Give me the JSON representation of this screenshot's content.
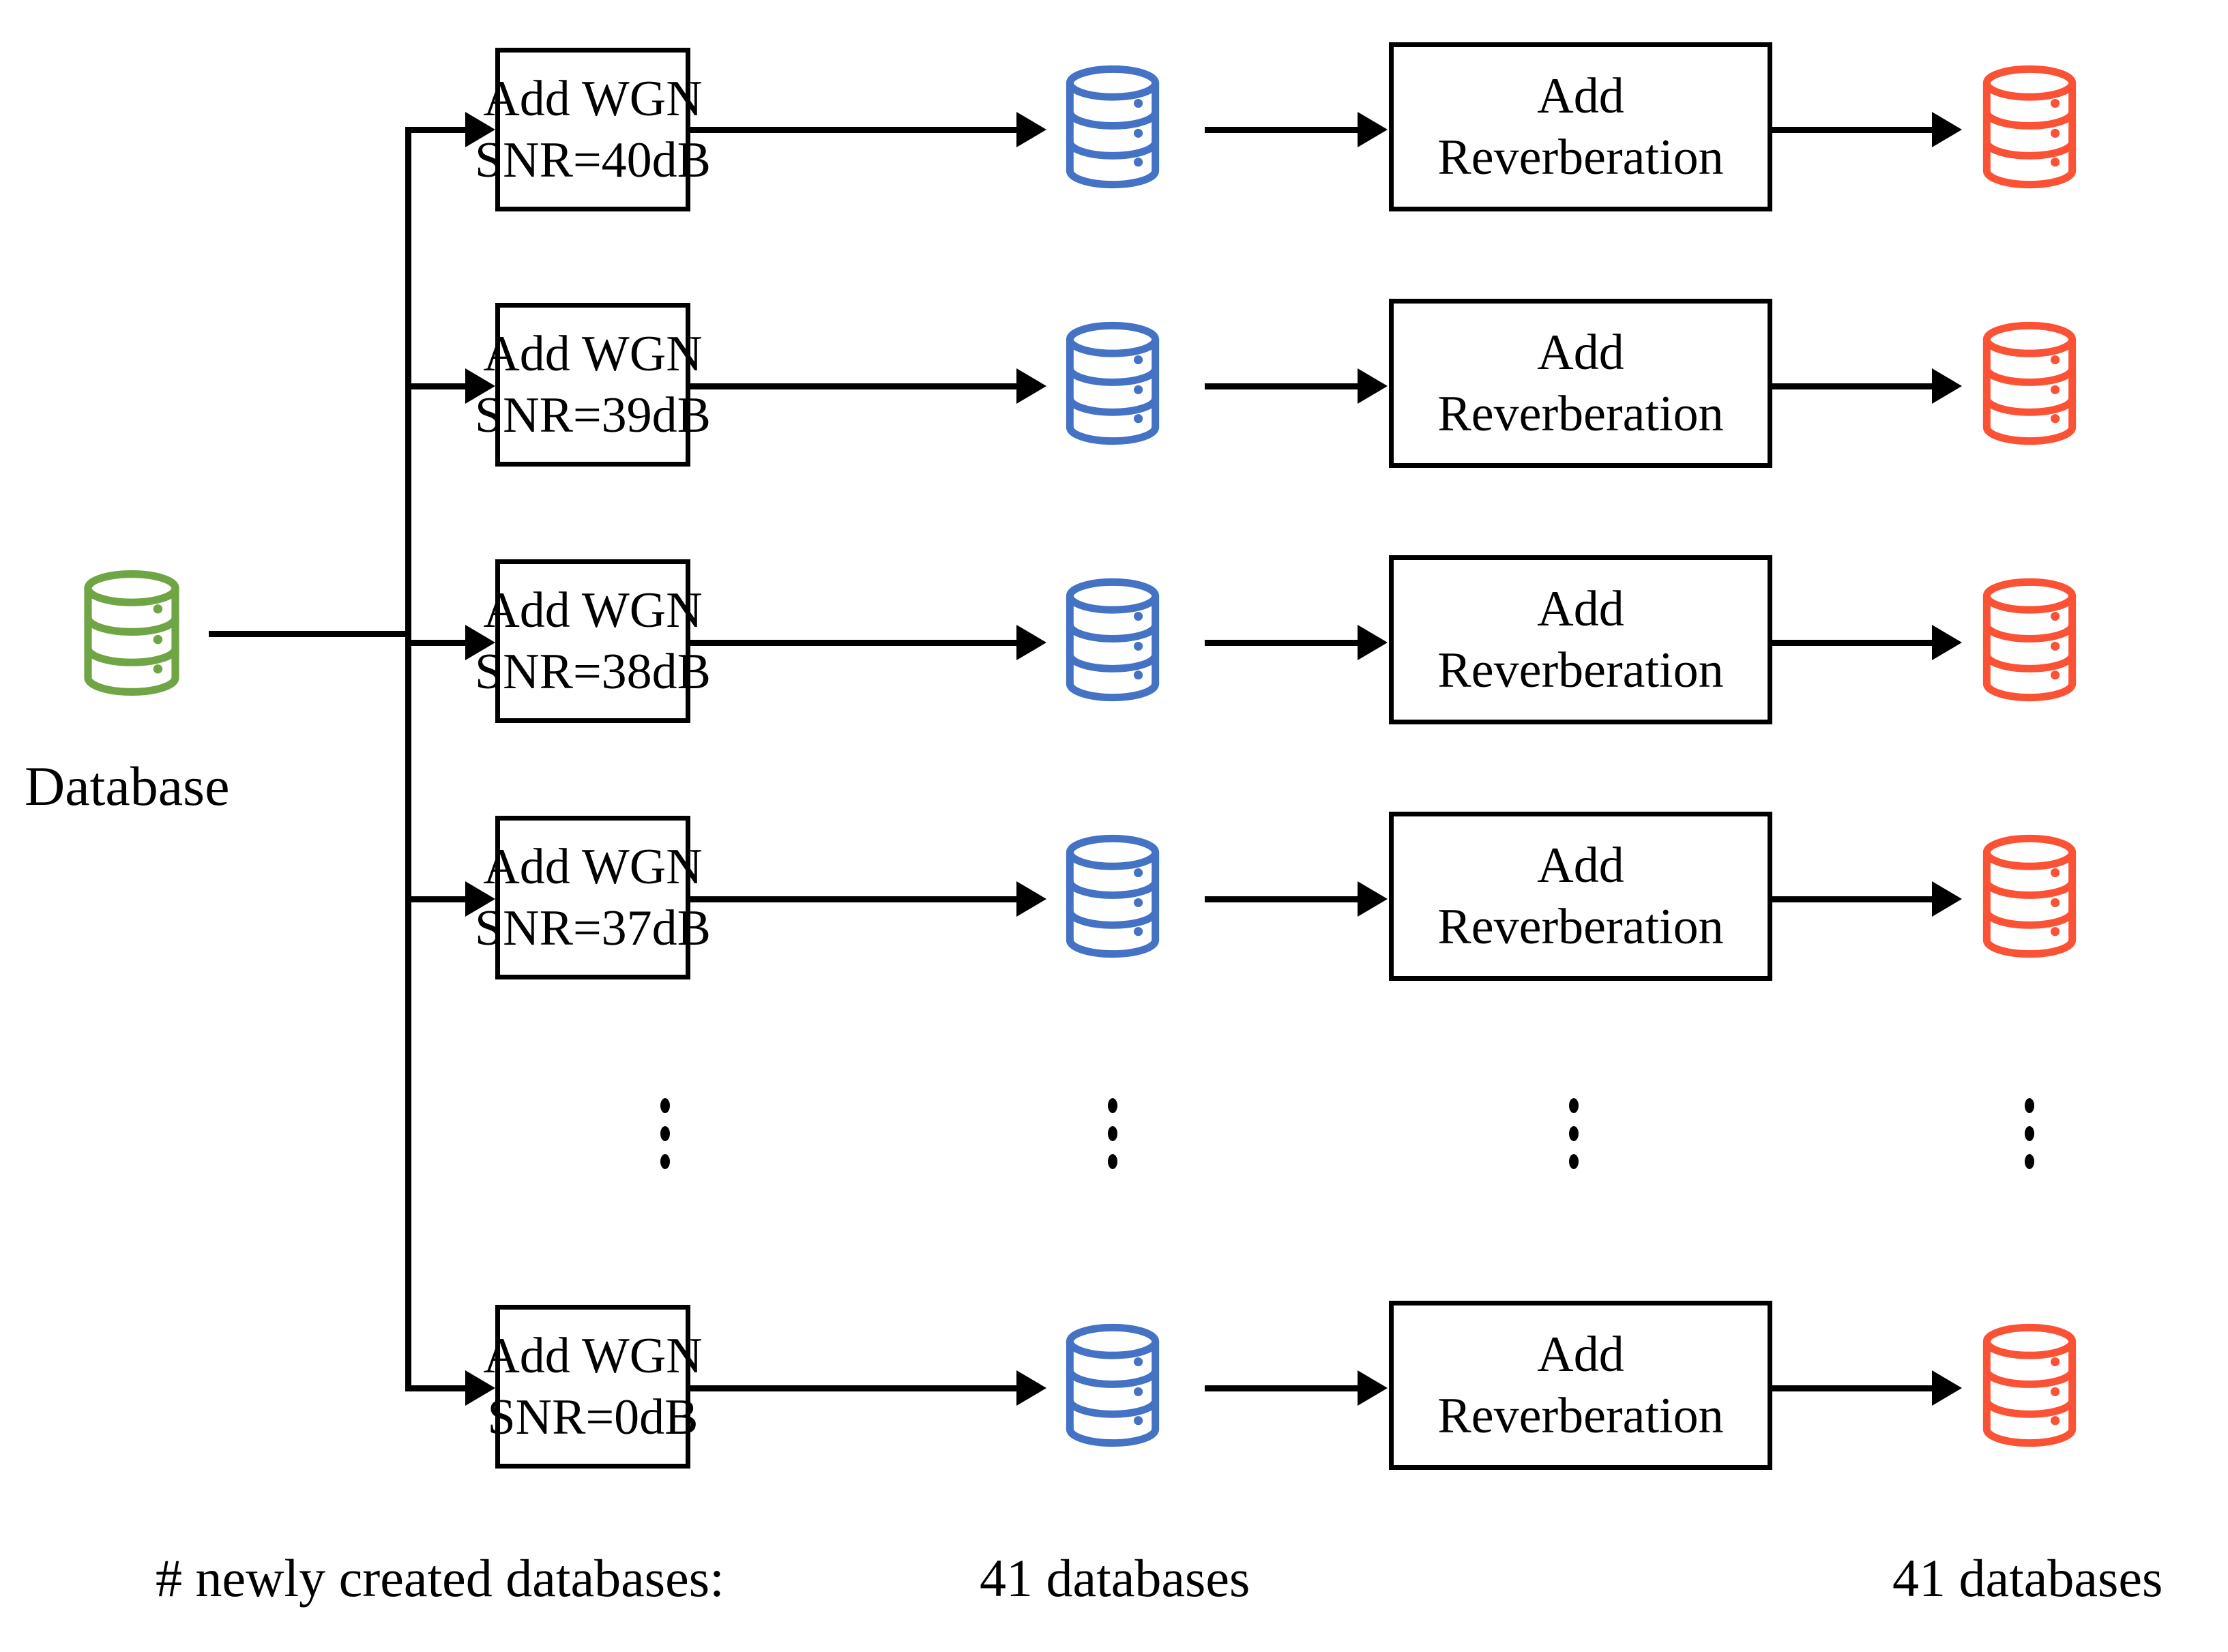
{
  "diagram": {
    "title": "Database augmentation pipeline",
    "source": {
      "icon": "database-icon",
      "label": "Database",
      "color": "#6FA544"
    },
    "colors": {
      "source_db": "#6FA544",
      "noisy_db": "#4472C4",
      "reverb_db": "#FB5135",
      "line": "#000000",
      "box_border": "#000000",
      "background": "#FFFFFF"
    },
    "rows": [
      {
        "wgn_line1": "Add WGN",
        "wgn_line2": "SNR=40dB",
        "noisy_db_icon": "database-icon",
        "reverb_line1": "Add",
        "reverb_line2": "Reverberation",
        "reverb_db_icon": "database-icon"
      },
      {
        "wgn_line1": "Add WGN",
        "wgn_line2": "SNR=39dB",
        "noisy_db_icon": "database-icon",
        "reverb_line1": "Add",
        "reverb_line2": "Reverberation",
        "reverb_db_icon": "database-icon"
      },
      {
        "wgn_line1": "Add WGN",
        "wgn_line2": "SNR=38dB",
        "noisy_db_icon": "database-icon",
        "reverb_line1": "Add",
        "reverb_line2": "Reverberation",
        "reverb_db_icon": "database-icon"
      },
      {
        "wgn_line1": "Add WGN",
        "wgn_line2": "SNR=37dB",
        "noisy_db_icon": "database-icon",
        "reverb_line1": "Add",
        "reverb_line2": "Reverberation",
        "reverb_db_icon": "database-icon"
      },
      {
        "wgn_line1": "Add WGN",
        "wgn_line2": "SNR=0dB",
        "noisy_db_icon": "database-icon",
        "reverb_line1": "Add",
        "reverb_line2": "Reverberation",
        "reverb_db_icon": "database-icon"
      }
    ],
    "ellipsis": {
      "glyph": "vertical-ellipsis",
      "columns": [
        "wgn-column",
        "noisy-db-column",
        "reverb-column",
        "reverb-db-column"
      ]
    },
    "footer": {
      "label": "# newly created databases:",
      "noisy_count": "41 databases",
      "reverb_count": "41 databases"
    }
  }
}
